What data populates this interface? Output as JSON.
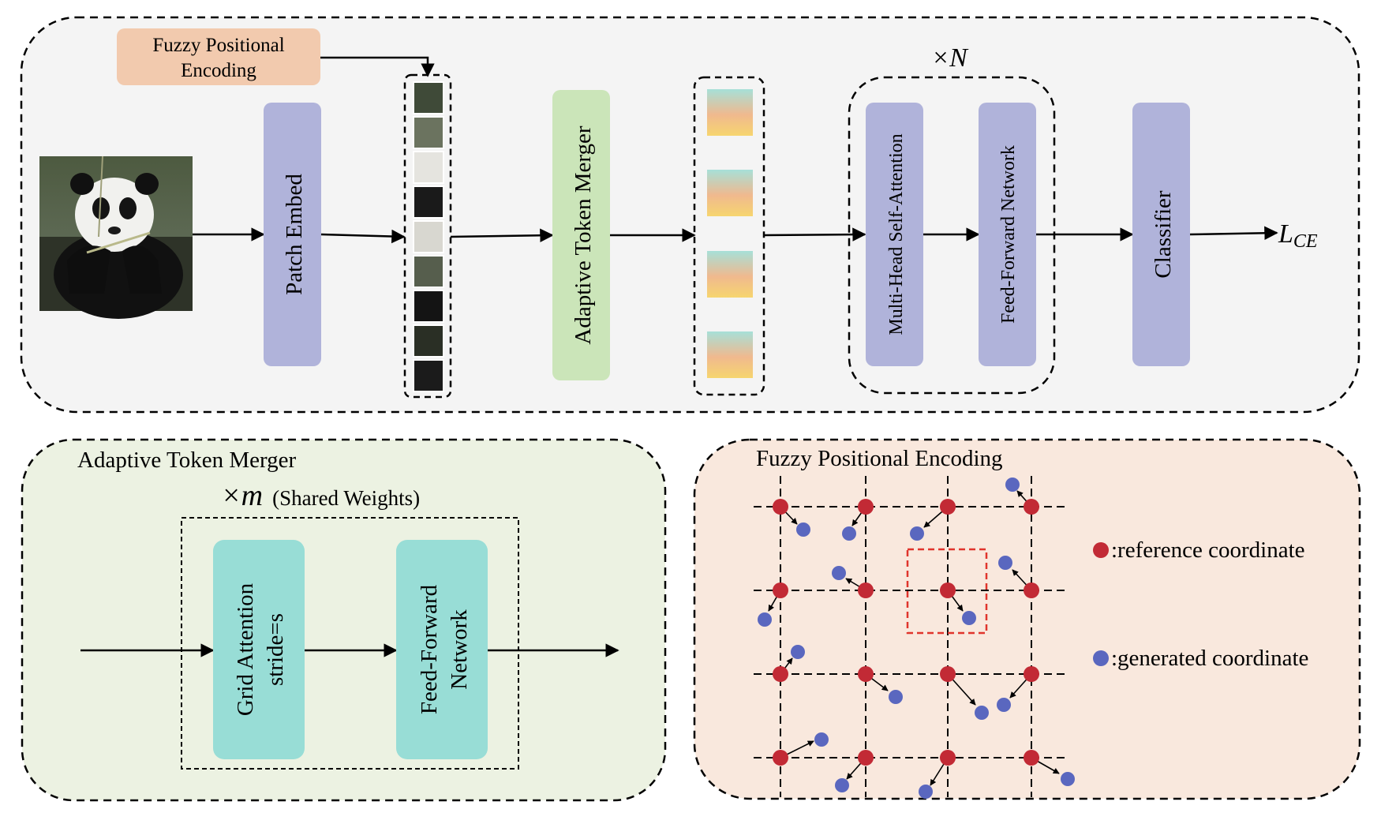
{
  "top": {
    "fuzzy_pe_label_line1": "Fuzzy Positional",
    "fuzzy_pe_label_line2": "Encoding",
    "patch_embed_label": "Patch Embed",
    "atm_label": "Adaptive Token Merger",
    "repeat_label": "×N",
    "mhsa_label": "Multi-Head Self-Attention",
    "ffn_label": "Feed-Forward Network",
    "classifier_label": "Classifier",
    "loss_label": "L",
    "loss_subscript": "CE"
  },
  "atm_panel": {
    "title": "Adaptive Token Merger",
    "repeat_label": "×m",
    "repeat_note": "(Shared Weights)",
    "grid_attention_line1": "Grid Attention",
    "grid_attention_line2": "stride=s",
    "ffn_line1": "Feed-Forward",
    "ffn_line2": "Network"
  },
  "fpe_panel": {
    "title": "Fuzzy Positional Encoding",
    "legend_reference": ":reference coordinate",
    "legend_generated": ":generated coordinate"
  },
  "colors": {
    "top_panel_bg": "#f4f4f4",
    "atm_panel_bg": "#ecf2e2",
    "fpe_panel_bg": "#f9e8dd",
    "lavender_block": "#b0b3da",
    "green_block": "#cbe5b9",
    "teal_block": "#98ddd6",
    "peach_block": "#f2caae",
    "reference_dot": "#c22a35",
    "generated_dot": "#5a67bf",
    "highlight_box": "#e0342c"
  }
}
